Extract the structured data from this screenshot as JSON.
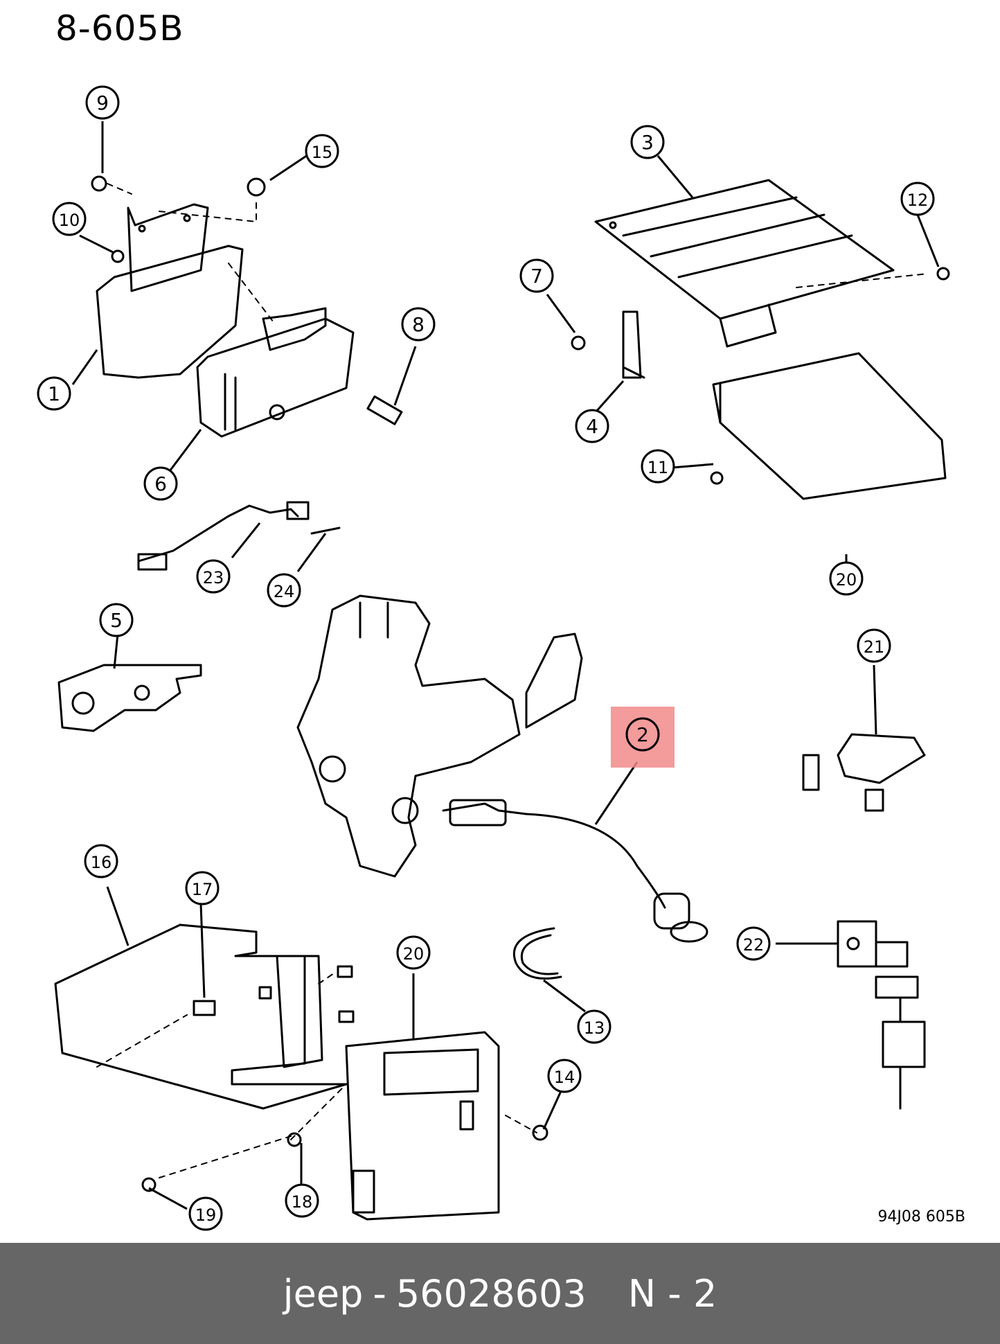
{
  "diagram": {
    "reference": "8-605B",
    "figure_code": "94J08  605B",
    "highlighted_callout": "2",
    "callouts": [
      "1",
      "2",
      "3",
      "4",
      "5",
      "6",
      "7",
      "8",
      "9",
      "10",
      "11",
      "12",
      "13",
      "14",
      "15",
      "16",
      "17",
      "18",
      "19",
      "20",
      "20",
      "21",
      "22",
      "23",
      "24"
    ]
  },
  "footer": {
    "brand": "jeep",
    "separator": "-",
    "part_number": "56028603",
    "position_label": "N - 2"
  },
  "colors": {
    "footer_background": "#666666",
    "highlight": "#f28a8a"
  }
}
